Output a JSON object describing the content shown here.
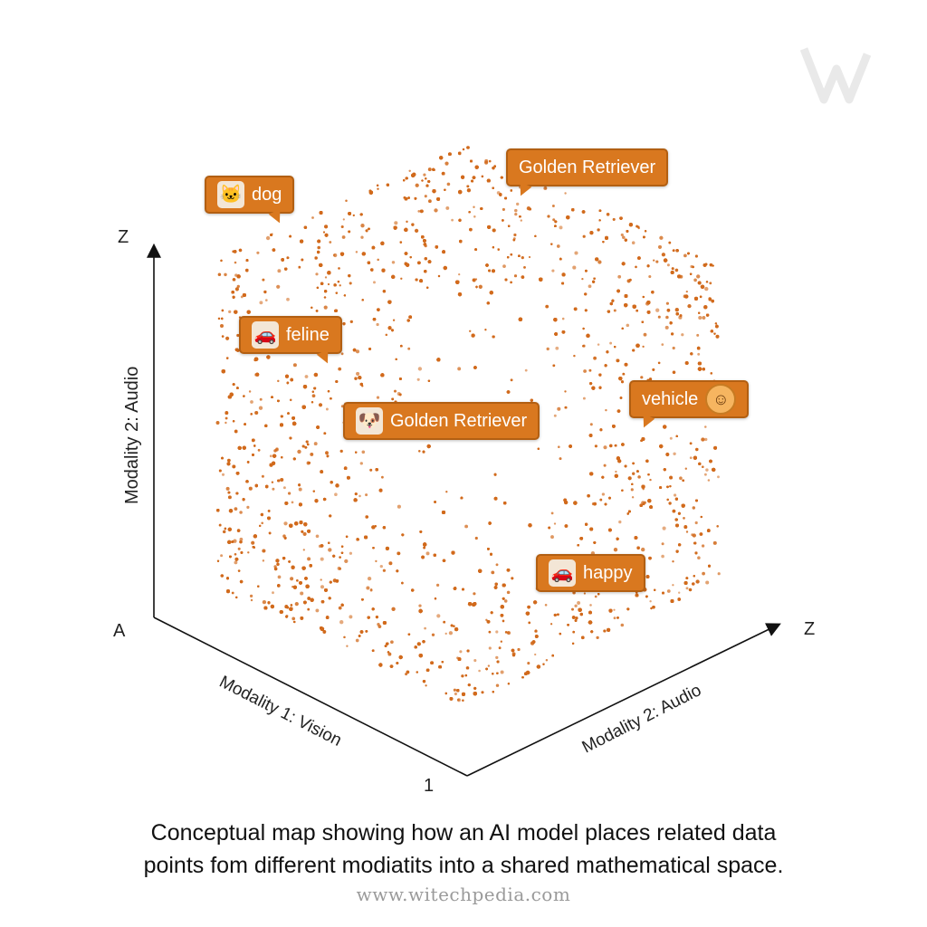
{
  "axes": {
    "vertical_top_letter": "Z",
    "origin_letter": "A",
    "right_end_letter": "Z",
    "bottom_vertex_letter": "1",
    "vertical_label": "Modality 2: Audio",
    "left_diagonal_label": "Modality 1: Vision",
    "right_diagonal_label": "Modality 2: Audio"
  },
  "labels": [
    {
      "id": "dog",
      "text": "dog",
      "icon": "cat-face-icon"
    },
    {
      "id": "golden-top",
      "text": "Golden Retriever",
      "icon": ""
    },
    {
      "id": "feline",
      "text": "feline",
      "icon": "car-icon"
    },
    {
      "id": "golden-center",
      "text": "Golden Retriever",
      "icon": "dog-face-icon"
    },
    {
      "id": "vehicle",
      "text": "vehicle",
      "icon": "smiley-icon"
    },
    {
      "id": "happy",
      "text": "happy",
      "icon": "car-icon"
    }
  ],
  "caption": {
    "line1": "Conceptual map showing how an AI model places related data",
    "line2": "points fom different modiatits into a shared mathematical space."
  },
  "watermark_url": "www.witechpedia.com",
  "colors": {
    "point": "#d16a1c",
    "label_bg": "#d9781f",
    "axis": "#111111"
  }
}
